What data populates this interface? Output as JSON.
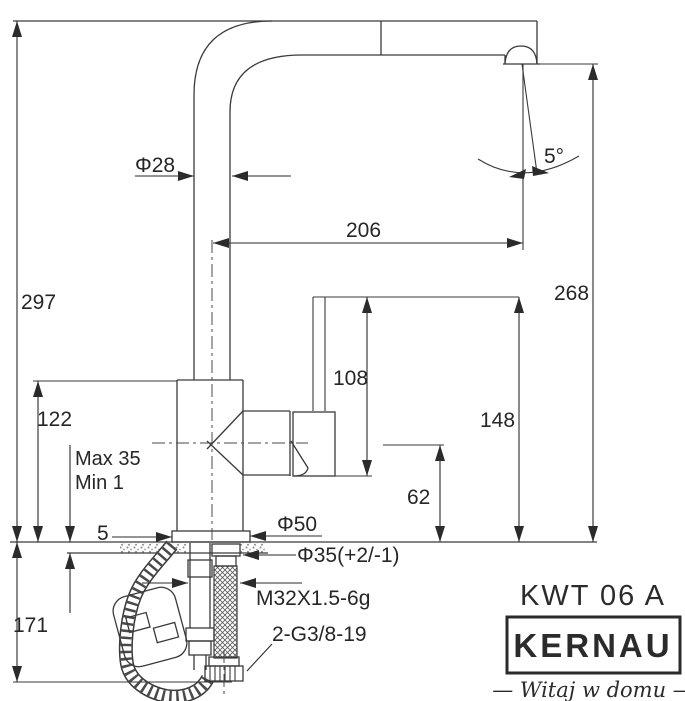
{
  "drawing": {
    "title_hint": "Kernau KWT 06 A kitchen faucet dimensional drawing",
    "labels": {
      "height_total": "297",
      "height_body": "122",
      "counter_max": "Max 35",
      "counter_min": "Min 1",
      "depth_under": "171",
      "plate_thickness": "5",
      "base_diameter": "Φ50",
      "hole_diameter": "Φ35(+2/-1)",
      "thread": "M32X1.5-6g",
      "hose_thread": "2-G3/8-19",
      "pipe_diameter": "Φ28",
      "reach": "206",
      "spray_angle": "5°",
      "height_outlet": "268",
      "height_ref": "148",
      "height_handle": "108",
      "height_valve": "62"
    },
    "branding": {
      "model": "KWT 06 A",
      "brand": "KERNAU",
      "tagline": "— Witaj w domu —"
    },
    "colors": {
      "line": "#3a3a3a",
      "text": "#262626",
      "background": "#ffffff"
    }
  }
}
